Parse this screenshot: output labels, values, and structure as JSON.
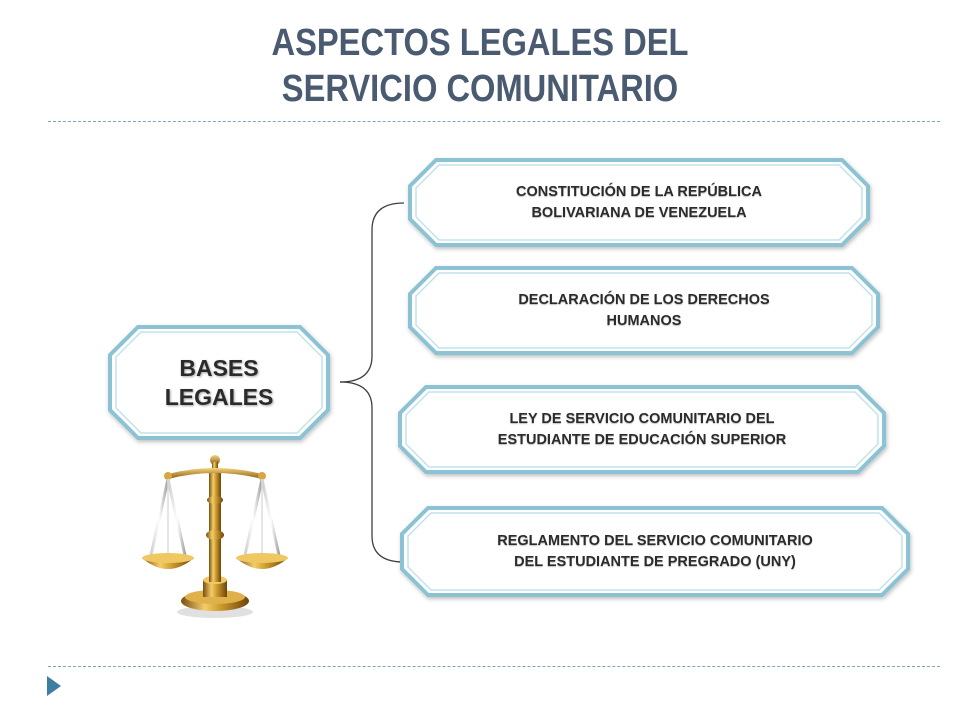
{
  "title": {
    "line1": "ASPECTOS LEGALES DEL",
    "line2": "SERVICIO COMUNITARIO"
  },
  "main_node": {
    "label": "BASES\nLEGALES"
  },
  "legal_bases": [
    {
      "label": "CONSTITUCIÓN DE LA REPÚBLICA\nBOLIVARIANA DE VENEZUELA"
    },
    {
      "label": "DECLARACIÓN DE LOS DERECHOS\nHUMANOS"
    },
    {
      "label": "LEY DE SERVICIO COMUNITARIO DEL\nESTUDIANTE DE EDUCACIÓN SUPERIOR"
    },
    {
      "label": "REGLAMENTO DEL SERVICIO COMUNITARIO\nDEL ESTUDIANTE DE PREGRADO (UNY)"
    }
  ],
  "illustration": {
    "icon": "scales-of-justice-icon"
  },
  "colors": {
    "title": "#4a5a70",
    "box_border": "#8cc3d4",
    "box_fill": "#ffffff",
    "connector": "#404040",
    "rule": "#7fa6b8",
    "bullet": "#3f7ea0",
    "scales_gold": "#c8962a"
  }
}
